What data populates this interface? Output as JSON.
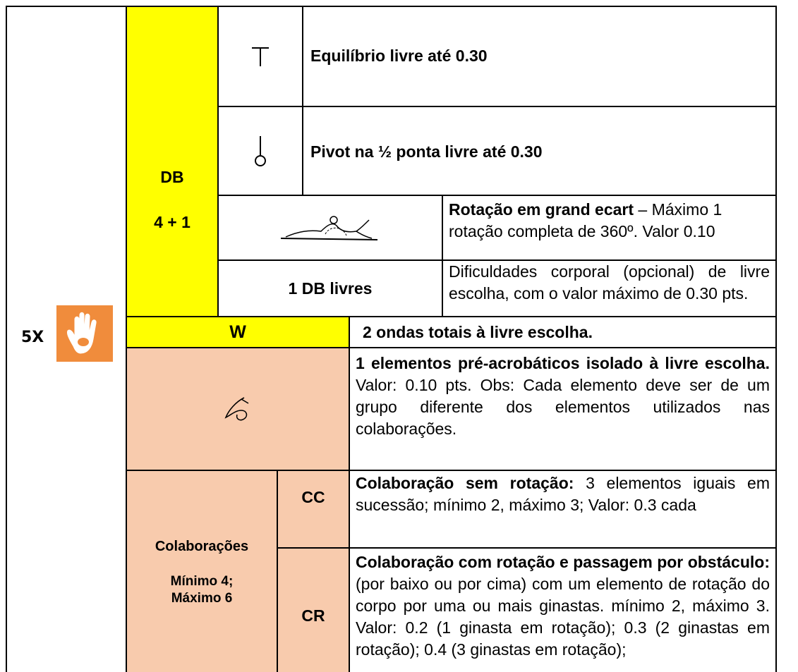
{
  "hand": {
    "multiplier": "5X"
  },
  "db": {
    "label": "DB",
    "count": "4 + 1",
    "rows": [
      {
        "text": "Equilíbrio livre até 0.30"
      },
      {
        "text": "Pivot na ½ ponta livre até 0.30"
      },
      {
        "title": "Rotação em grand ecart",
        "rest": " – Máximo 1 rotação completa de 360º. Valor 0.10"
      },
      {
        "left": "1 DB livres",
        "text": "Dificuldades corporal (opcional) de livre escolha, com o valor máximo de 0.30 pts."
      }
    ]
  },
  "waves": {
    "label": "W",
    "text": "2 ondas totais à livre escolha."
  },
  "pre_acro": {
    "title": "1 elementos pré-acrobáticos isolado à livre escolha.",
    "rest": " Valor: 0.10 pts. Obs: Cada elemento deve ser de um grupo diferente dos elementos utilizados nas colaborações."
  },
  "collab": {
    "label": "Colaborações",
    "limits_line1": "Mínimo 4;",
    "limits_line2": "Máximo 6",
    "cc": {
      "code": "CC",
      "title": "Colaboração sem rotação:",
      "rest": " 3 elementos iguais em sucessão; mínimo 2, máximo 3; Valor: 0.3 cada"
    },
    "cr": {
      "code": "CR",
      "title": "Colaboração com rotação e passagem por obstáculo:",
      "rest": " (por baixo ou por cima) com um elemento de rotação do corpo por uma ou mais ginastas. mínimo 2, máximo 3.  Valor: 0.2 (1 ginasta em rotação); 0.3 (2 ginastas em rotação); 0.4 (3 ginastas em rotação);"
    }
  }
}
